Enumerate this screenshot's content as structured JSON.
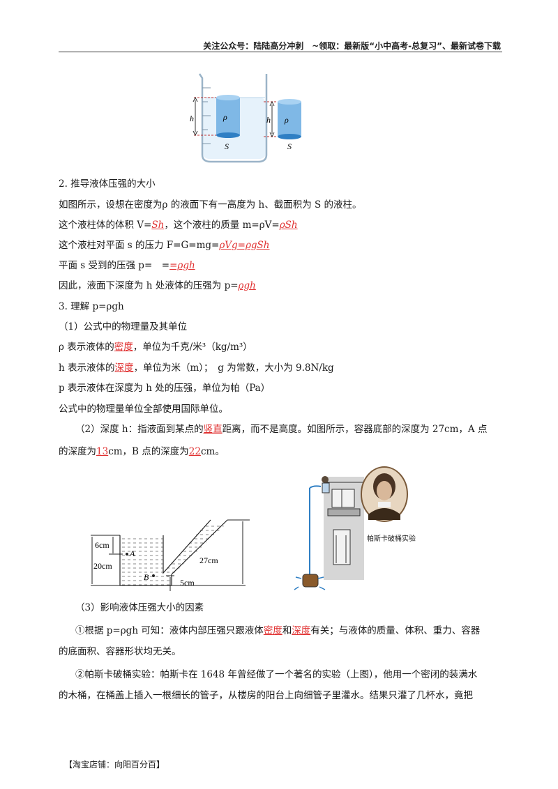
{
  "header": {
    "text": "关注公众号：陆陆高分冲刺　~领取：最新版“小中高考-总复习”、最新试卷下载"
  },
  "fig1": {
    "h": "h",
    "rho": "ρ",
    "s": "S"
  },
  "sec2": {
    "title": "2. 推导液体压强的大小",
    "intro": "如图所示，设想在密度为ρ 的液面下有一高度为 h、截面积为 S 的液柱。",
    "vol_a": "这个液柱体的体积 V=",
    "vol_ans": "Sh",
    "vol_b": "，这个液柱的质量 m=ρV=",
    "vol_ans2": "ρSh",
    "force_a": "这个液柱对平面 s 的压力 F=G=mg=",
    "force_ans": "ρVg=ρgSh",
    "press_a": "平面 s 受到的压强 p=　=",
    "press_ans": "=ρgh",
    "conc_a": "因此，液面下深度为 h 处液体的压强为 p=",
    "conc_ans": "ρgh"
  },
  "sec3": {
    "title": "3. 理解 p=ρgh",
    "sub1": "（1）公式中的物理量及其单位",
    "rho_a": "ρ 表示液体的",
    "rho_ans": "密度",
    "rho_b": "，单位为千克/米³（kg/m³）",
    "h_a": "h 表示液体的",
    "h_ans": "深度",
    "h_b": "，单位为米（m）；　g 为常数，大小为 9.8N/kg",
    "p_line": "p 表示液体在深度为 h 处的压强，单位为帕（Pa）",
    "si_line": "公式中的物理量单位全部使用国际单位。",
    "sub2_a": "（2）深度 h：指液面到某点的",
    "sub2_ans": "竖直",
    "sub2_b": "距离，而不是高度。如图所示，容器底部的深度为 27cm，A 点",
    "sub2_c": "的深度为",
    "sub2_ans2": "13",
    "sub2_d": "cm，B 点的深度为",
    "sub2_ans3": "22",
    "sub2_e": "cm。",
    "sub3": "（3）影响液体压强大小的因素",
    "f1_a": "①根据 p=ρgh 可知：液体内部压强只跟液体",
    "f1_ans1": "密度",
    "f1_b": "和",
    "f1_ans2": "深度",
    "f1_c": "有关；与液体的质量、体积、重力、容器",
    "f1_d": "的底面积、容器形状均无关。",
    "f2_a": "②帕斯卡破桶实验：帕斯卡在 1648 年曾经做了一个著名的实验（上图），他用一个密闭的装满水",
    "f2_b": "的木桶，在桶盖上插入一根细长的管子，从楼房的阳台上向细管子里灌水。结果只灌了几杯水，竟把"
  },
  "fig2": {
    "l6": "6cm",
    "l20": "20cm",
    "l27": "27cm",
    "l5": "5cm",
    "A": "A",
    "B": "B"
  },
  "fig3": {
    "caption": "帕斯卡破桶实验"
  },
  "footer": {
    "text": "【淘宝店铺：向阳百分百】"
  }
}
